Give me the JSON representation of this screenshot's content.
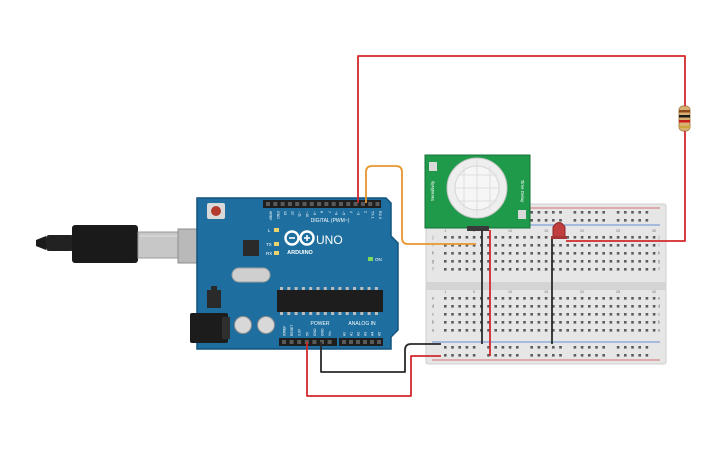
{
  "arduino": {
    "brand": "ARDUINO",
    "model": "UNO",
    "digital_header": "DIGITAL (PWM~)",
    "tx_label": "TX",
    "rx_label": "RX",
    "l_label": "L",
    "on_label": "ON",
    "power_label": "POWER",
    "analog_label": "ANALOG IN",
    "aref_label": "AREF",
    "gnd_label": "GND",
    "digital_pins": [
      "13",
      "12",
      "~11",
      "~10",
      "~9",
      "8",
      "7",
      "~6",
      "~5",
      "4",
      "~3",
      "2",
      "TX 1",
      "RX 0"
    ],
    "power_pins": [
      "IOREF",
      "RESET",
      "3.3V",
      "5V",
      "GND",
      "GND",
      "Vin"
    ],
    "analog_pins": [
      "A0",
      "A1",
      "A2",
      "A3",
      "A4",
      "A5"
    ],
    "board_color": "#1e6fa0"
  },
  "pir_sensor": {
    "left_label": "Sensitivity",
    "right_label": "Time Delay",
    "board_color": "#1f9a4a"
  },
  "breadboard": {
    "row_letters_top": [
      "j",
      "i",
      "h",
      "g",
      "f"
    ],
    "row_letters_bottom": [
      "e",
      "d",
      "c",
      "b",
      "a"
    ],
    "column_numbers": [
      "1",
      "5",
      "10",
      "15",
      "20",
      "25",
      "30"
    ]
  },
  "wire_colors": {
    "red": "#d2282c",
    "orange": "#e8962e",
    "black": "#2a2a2a"
  }
}
